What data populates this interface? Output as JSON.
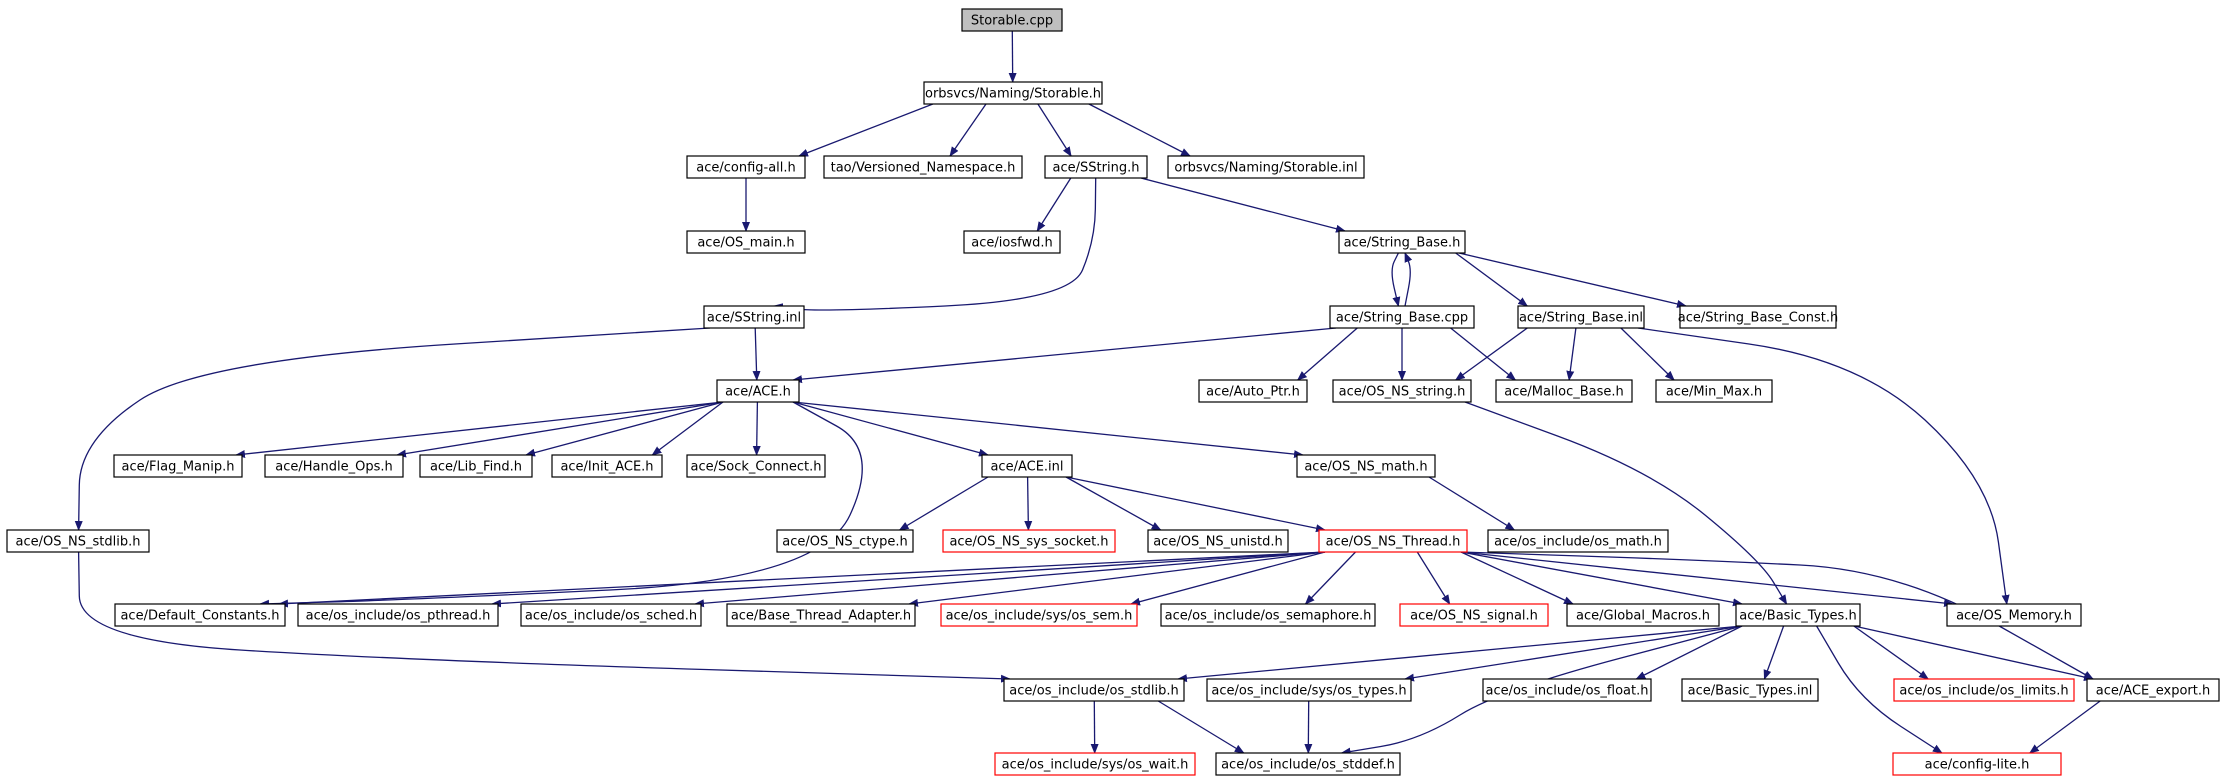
{
  "colors": {
    "edge": "#191970",
    "highlight_border": "#ff0000",
    "root_fill": "#bfbfbf",
    "node_border": "#000000"
  },
  "nodes": [
    {
      "id": "n_root",
      "label": "Storable.cpp",
      "style": "root"
    },
    {
      "id": "n_storable_h",
      "label": "orbsvcs/Naming/Storable.h",
      "style": "normal"
    },
    {
      "id": "n_config_all",
      "label": "ace/config-all.h",
      "style": "normal"
    },
    {
      "id": "n_versioned",
      "label": "tao/Versioned_Namespace.h",
      "style": "normal"
    },
    {
      "id": "n_sstring_h",
      "label": "ace/SString.h",
      "style": "normal"
    },
    {
      "id": "n_storable_inl",
      "label": "orbsvcs/Naming/Storable.inl",
      "style": "normal"
    },
    {
      "id": "n_os_main",
      "label": "ace/OS_main.h",
      "style": "normal"
    },
    {
      "id": "n_iosfwd",
      "label": "ace/iosfwd.h",
      "style": "normal"
    },
    {
      "id": "n_string_base_h",
      "label": "ace/String_Base.h",
      "style": "normal"
    },
    {
      "id": "n_sstring_inl",
      "label": "ace/SString.inl",
      "style": "normal"
    },
    {
      "id": "n_string_base_cpp",
      "label": "ace/String_Base.cpp",
      "style": "normal"
    },
    {
      "id": "n_string_base_inl",
      "label": "ace/String_Base.inl",
      "style": "normal"
    },
    {
      "id": "n_string_base_const",
      "label": "ace/String_Base_Const.h",
      "style": "normal"
    },
    {
      "id": "n_ace_h",
      "label": "ace/ACE.h",
      "style": "normal"
    },
    {
      "id": "n_auto_ptr",
      "label": "ace/Auto_Ptr.h",
      "style": "normal"
    },
    {
      "id": "n_os_ns_string",
      "label": "ace/OS_NS_string.h",
      "style": "normal"
    },
    {
      "id": "n_malloc_base",
      "label": "ace/Malloc_Base.h",
      "style": "normal"
    },
    {
      "id": "n_min_max",
      "label": "ace/Min_Max.h",
      "style": "normal"
    },
    {
      "id": "n_flag_manip",
      "label": "ace/Flag_Manip.h",
      "style": "normal"
    },
    {
      "id": "n_handle_ops",
      "label": "ace/Handle_Ops.h",
      "style": "normal"
    },
    {
      "id": "n_lib_find",
      "label": "ace/Lib_Find.h",
      "style": "normal"
    },
    {
      "id": "n_init_ace",
      "label": "ace/Init_ACE.h",
      "style": "normal"
    },
    {
      "id": "n_sock_connect",
      "label": "ace/Sock_Connect.h",
      "style": "normal"
    },
    {
      "id": "n_ace_inl",
      "label": "ace/ACE.inl",
      "style": "normal"
    },
    {
      "id": "n_os_ns_math",
      "label": "ace/OS_NS_math.h",
      "style": "normal"
    },
    {
      "id": "n_os_ns_stdlib",
      "label": "ace/OS_NS_stdlib.h",
      "style": "normal"
    },
    {
      "id": "n_os_ns_ctype",
      "label": "ace/OS_NS_ctype.h",
      "style": "normal"
    },
    {
      "id": "n_os_ns_sys_socket",
      "label": "ace/OS_NS_sys_socket.h",
      "style": "red"
    },
    {
      "id": "n_os_ns_unistd",
      "label": "ace/OS_NS_unistd.h",
      "style": "normal"
    },
    {
      "id": "n_os_ns_thread",
      "label": "ace/OS_NS_Thread.h",
      "style": "red"
    },
    {
      "id": "n_os_include_math",
      "label": "ace/os_include/os_math.h",
      "style": "normal"
    },
    {
      "id": "n_default_constants",
      "label": "ace/Default_Constants.h",
      "style": "normal"
    },
    {
      "id": "n_os_pthread",
      "label": "ace/os_include/os_pthread.h",
      "style": "normal"
    },
    {
      "id": "n_os_sched",
      "label": "ace/os_include/os_sched.h",
      "style": "normal"
    },
    {
      "id": "n_base_thread_adapter",
      "label": "ace/Base_Thread_Adapter.h",
      "style": "normal"
    },
    {
      "id": "n_os_sys_sem",
      "label": "ace/os_include/sys/os_sem.h",
      "style": "red"
    },
    {
      "id": "n_os_semaphore",
      "label": "ace/os_include/os_semaphore.h",
      "style": "normal"
    },
    {
      "id": "n_os_ns_signal",
      "label": "ace/OS_NS_signal.h",
      "style": "red"
    },
    {
      "id": "n_global_macros",
      "label": "ace/Global_Macros.h",
      "style": "normal"
    },
    {
      "id": "n_basic_types_h",
      "label": "ace/Basic_Types.h",
      "style": "normal"
    },
    {
      "id": "n_os_memory",
      "label": "ace/OS_Memory.h",
      "style": "normal"
    },
    {
      "id": "n_os_stdlib",
      "label": "ace/os_include/os_stdlib.h",
      "style": "normal"
    },
    {
      "id": "n_os_sys_types",
      "label": "ace/os_include/sys/os_types.h",
      "style": "normal"
    },
    {
      "id": "n_os_float",
      "label": "ace/os_include/os_float.h",
      "style": "normal"
    },
    {
      "id": "n_basic_types_inl",
      "label": "ace/Basic_Types.inl",
      "style": "normal"
    },
    {
      "id": "n_os_limits",
      "label": "ace/os_include/os_limits.h",
      "style": "red"
    },
    {
      "id": "n_ace_export",
      "label": "ace/ACE_export.h",
      "style": "normal"
    },
    {
      "id": "n_os_sys_wait",
      "label": "ace/os_include/sys/os_wait.h",
      "style": "red"
    },
    {
      "id": "n_os_stddef",
      "label": "ace/os_include/os_stddef.h",
      "style": "normal"
    },
    {
      "id": "n_config_lite",
      "label": "ace/config-lite.h",
      "style": "red"
    }
  ]
}
